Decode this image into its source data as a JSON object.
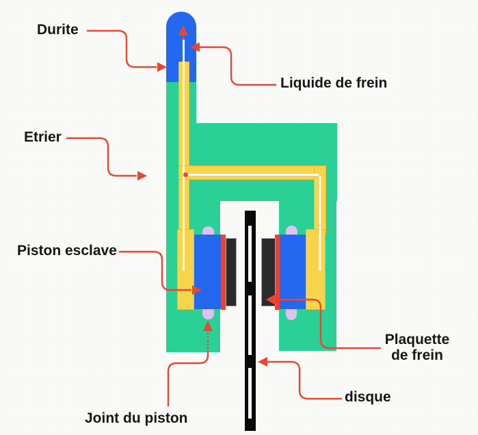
{
  "diagram": {
    "title_hint": "Brake caliper cutaway diagram",
    "labels": {
      "durite": "Durite",
      "liquide_de_frein": "Liquide de frein",
      "etrier": "Etrier",
      "piston_esclave": "Piston esclave",
      "joint_du_piston": "Joint du piston",
      "plaquette_de_frein": "Plaquette de frein",
      "disque": "disque"
    },
    "colors": {
      "bg": "#fafaf8",
      "green": "#2bd097",
      "blue": "#2368ef",
      "yellow": "#f7d44a",
      "yellow_border": "#e2bc3e",
      "red_arrow": "#ea4630",
      "red_strip": "#f23f2c",
      "lavender": "#dcc2f5",
      "pad": "#2b2b2b",
      "pad_border": "#a8a8a8",
      "disc": "#0a0a0a",
      "slot": "#fcfcfb",
      "fluid": "#f5f5f2",
      "text": "#161616"
    }
  }
}
